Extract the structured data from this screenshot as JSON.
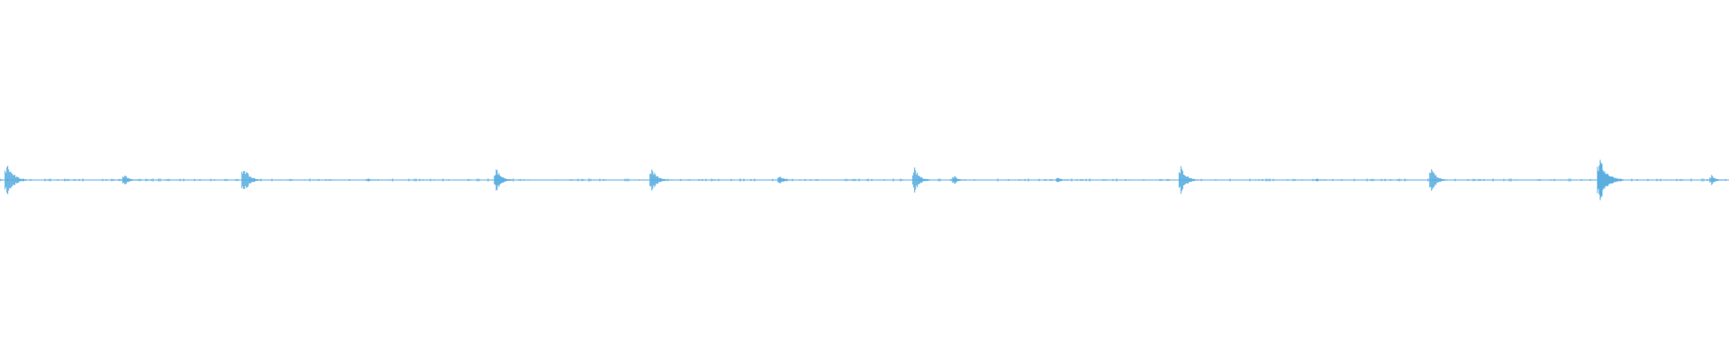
{
  "waveform": {
    "color": "#5aaee0",
    "background": "#ffffff",
    "duration_fraction_scale": 1.0,
    "peaks": [
      {
        "position": 0.004,
        "amplitude": 0.1
      },
      {
        "position": 0.072,
        "amplitude": 0.04
      },
      {
        "position": 0.141,
        "amplitude": 0.08
      },
      {
        "position": 0.213,
        "amplitude": 0.01
      },
      {
        "position": 0.287,
        "amplitude": 0.07
      },
      {
        "position": 0.377,
        "amplitude": 0.07
      },
      {
        "position": 0.451,
        "amplitude": 0.03
      },
      {
        "position": 0.529,
        "amplitude": 0.07
      },
      {
        "position": 0.552,
        "amplitude": 0.03
      },
      {
        "position": 0.612,
        "amplitude": 0.02
      },
      {
        "position": 0.683,
        "amplitude": 0.08
      },
      {
        "position": 0.762,
        "amplitude": 0.01
      },
      {
        "position": 0.828,
        "amplitude": 0.07
      },
      {
        "position": 0.925,
        "amplitude": 0.13
      },
      {
        "position": 0.99,
        "amplitude": 0.03
      }
    ]
  }
}
